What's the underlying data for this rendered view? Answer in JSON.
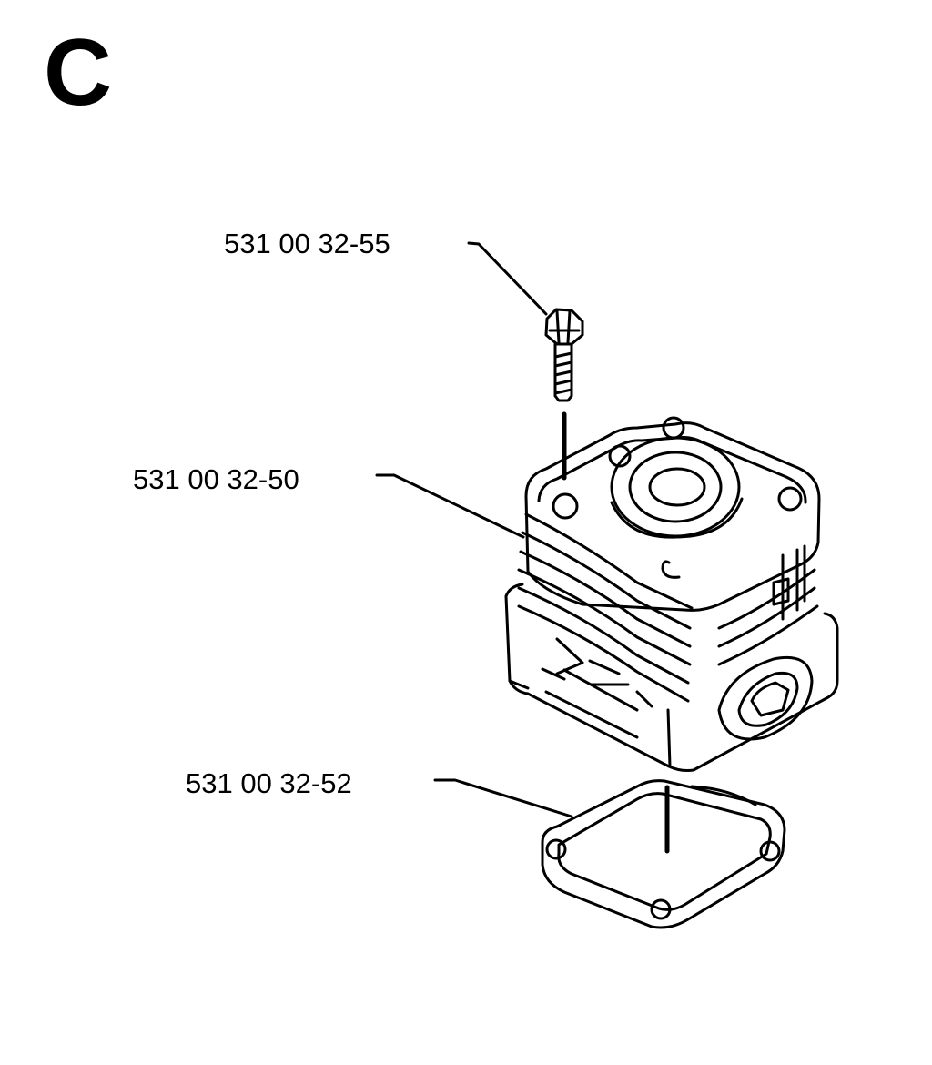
{
  "section_letter": "C",
  "parts": [
    {
      "part_number": "531 00 32-55"
    },
    {
      "part_number": "531 00 32-50"
    },
    {
      "part_number": "531 00 32-52"
    }
  ],
  "colors": {
    "ink": "#000000",
    "paper": "#ffffff"
  }
}
